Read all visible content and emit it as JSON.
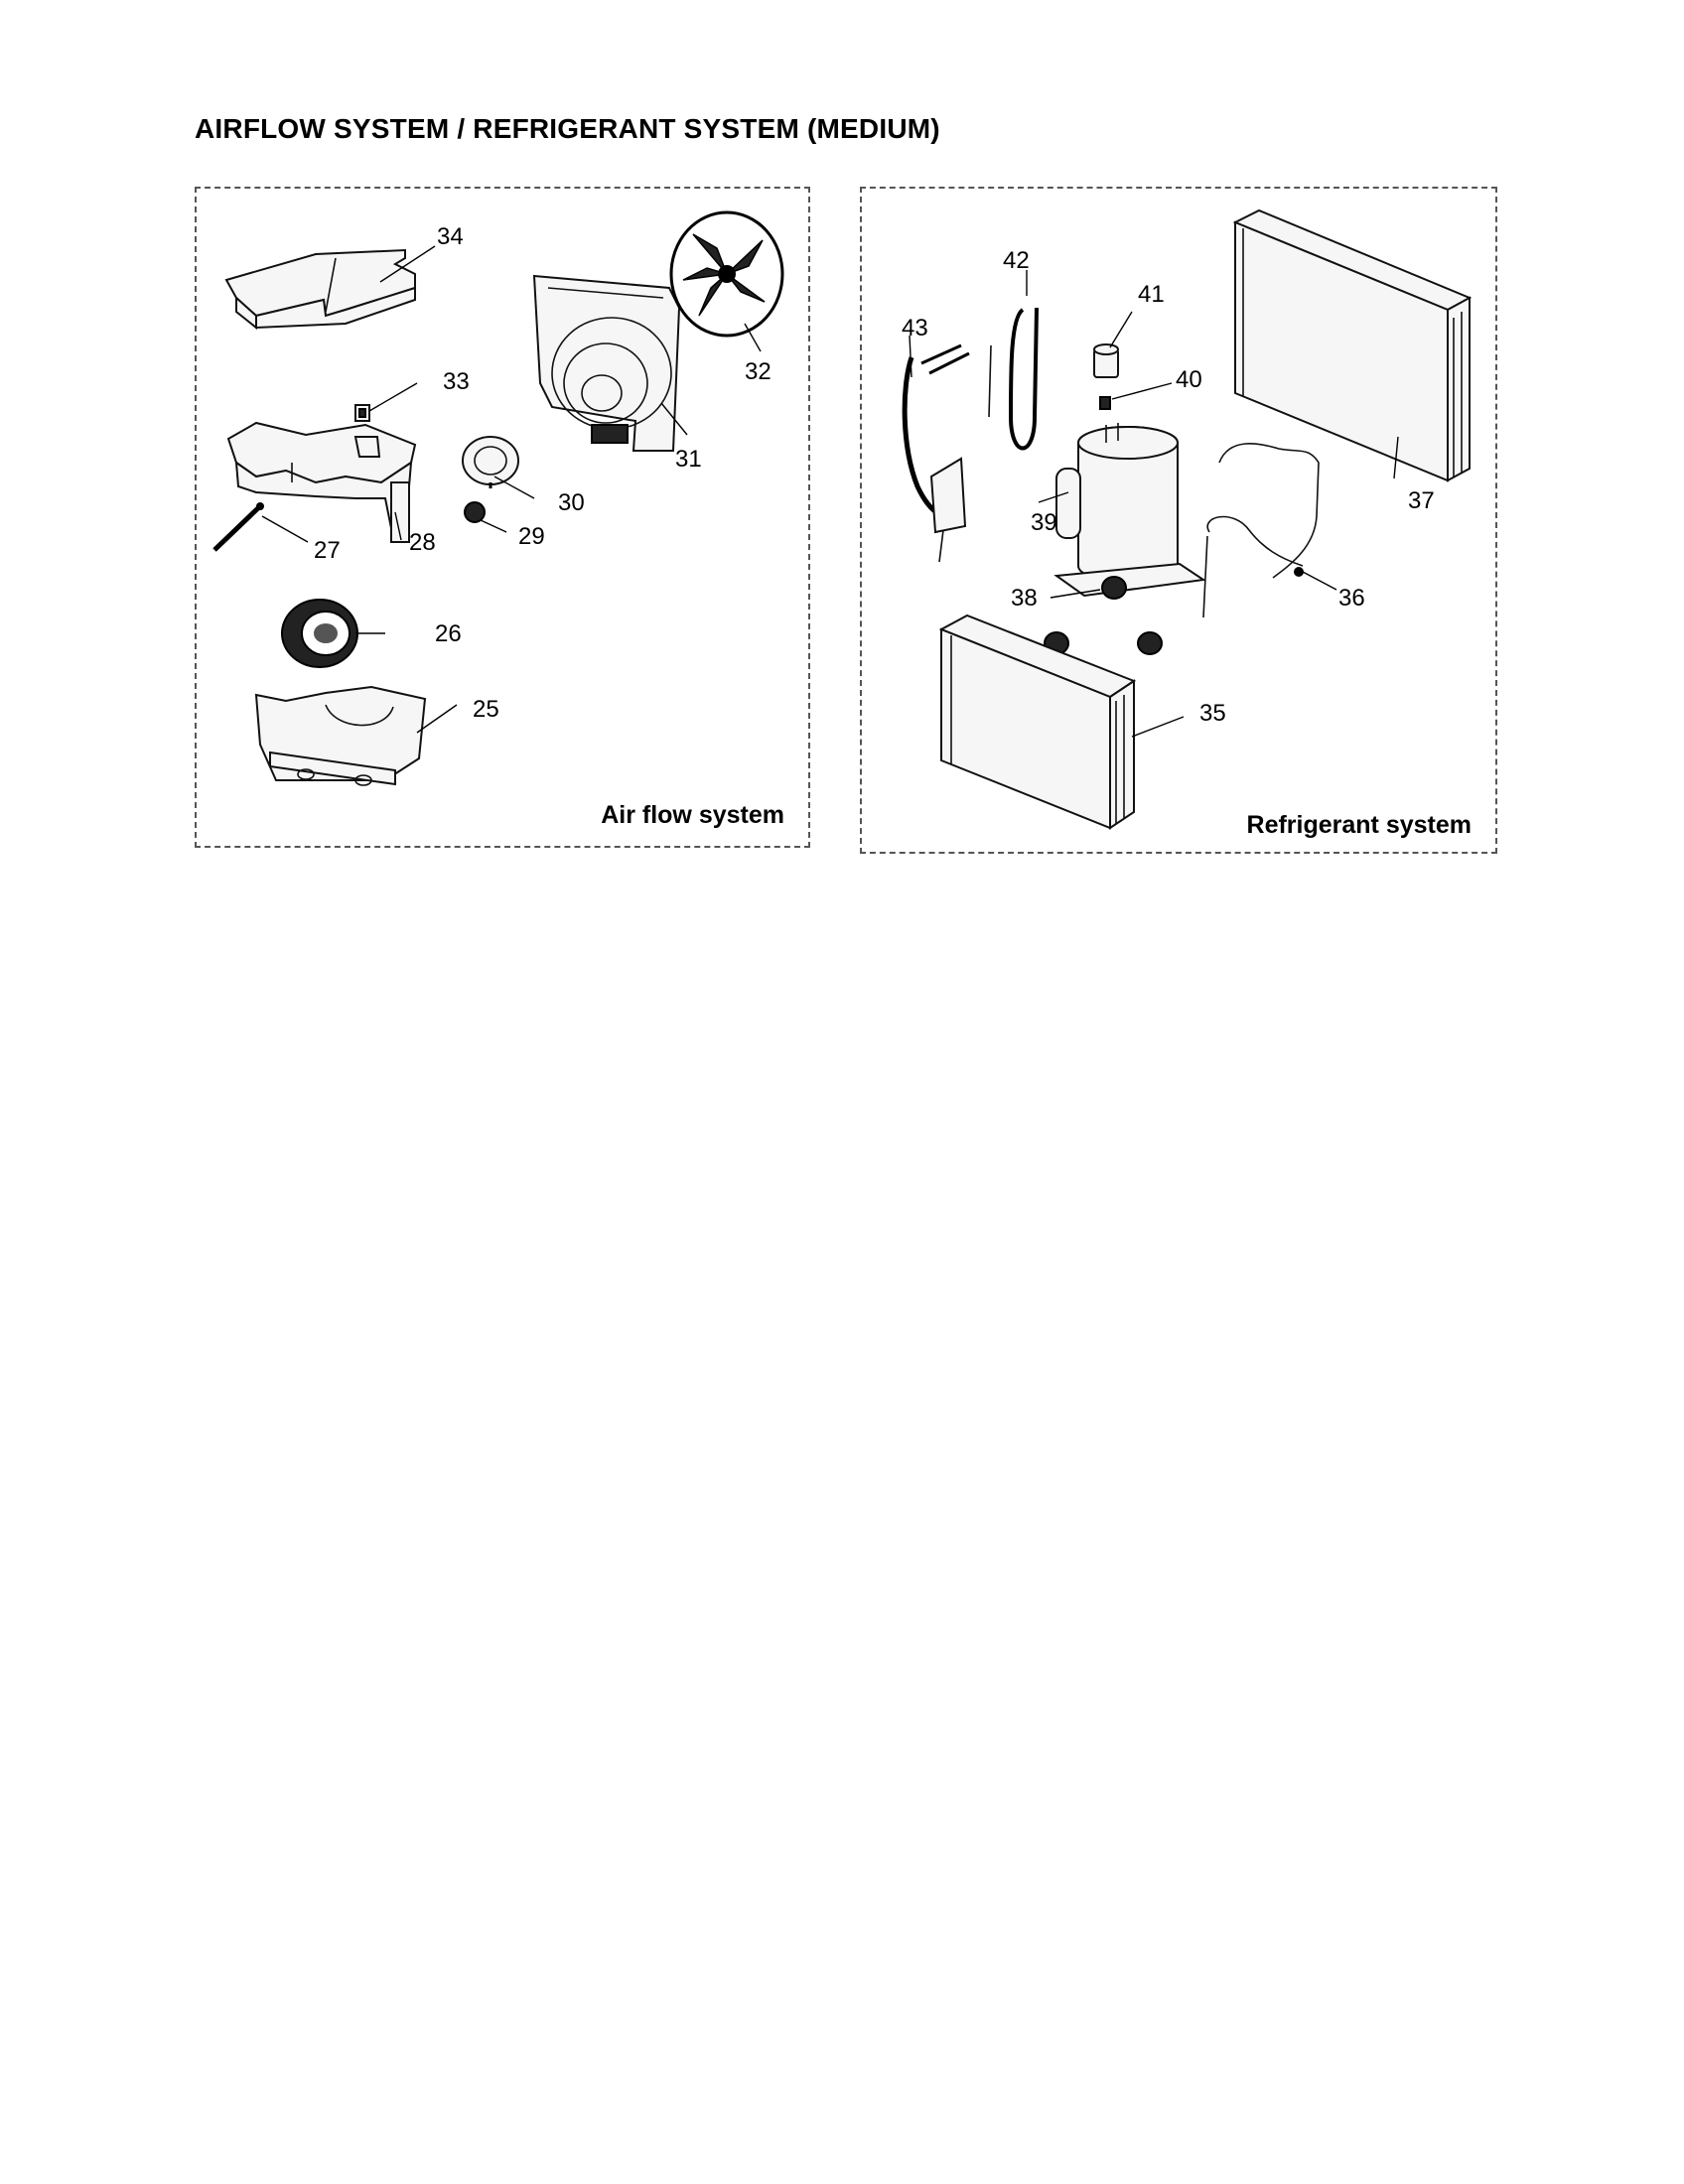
{
  "title": "AIRFLOW SYSTEM / REFRIGERANT SYSTEM (MEDIUM)",
  "panels": {
    "airflow": {
      "caption": "Air flow system",
      "callouts": {
        "p25": "25",
        "p26": "26",
        "p27": "27",
        "p28": "28",
        "p29": "29",
        "p30": "30",
        "p31": "31",
        "p32": "32",
        "p33": "33",
        "p34": "34"
      }
    },
    "refrigerant": {
      "caption": "Refrigerant system",
      "callouts": {
        "p35": "35",
        "p36": "36",
        "p37": "37",
        "p38": "38",
        "p39": "39",
        "p40": "40",
        "p41": "41",
        "p42": "42",
        "p43": "43"
      }
    }
  }
}
